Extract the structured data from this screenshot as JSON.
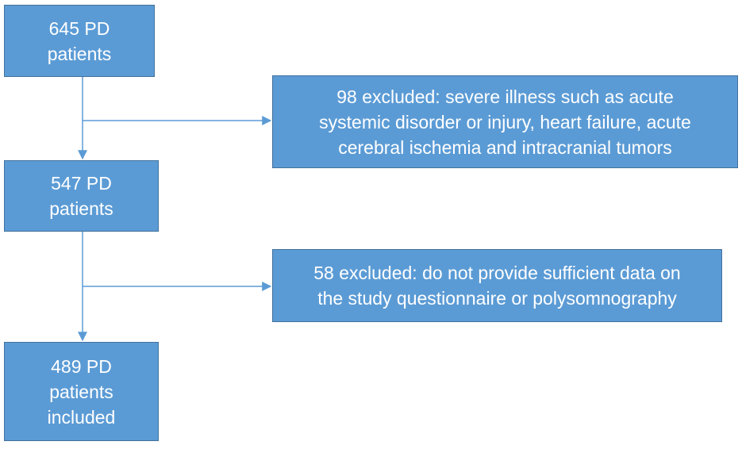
{
  "nodes": {
    "start": {
      "lines": [
        "645 PD",
        "patients"
      ]
    },
    "middle": {
      "lines": [
        "547 PD",
        "patients"
      ]
    },
    "final": {
      "lines": [
        "489 PD",
        "patients",
        "included"
      ]
    }
  },
  "exclusions": {
    "first": {
      "lines": [
        "98 excluded: severe illness such as acute",
        "systemic disorder or injury, heart failure, acute",
        "cerebral ischemia and intracranial tumors"
      ]
    },
    "second": {
      "lines": [
        "58 excluded:  do not provide sufficient data on",
        "the study questionnaire or polysomnography"
      ]
    }
  },
  "colors": {
    "box_fill": "#5b9bd5",
    "box_border": "#41719c",
    "connector": "#5b9bd5"
  }
}
